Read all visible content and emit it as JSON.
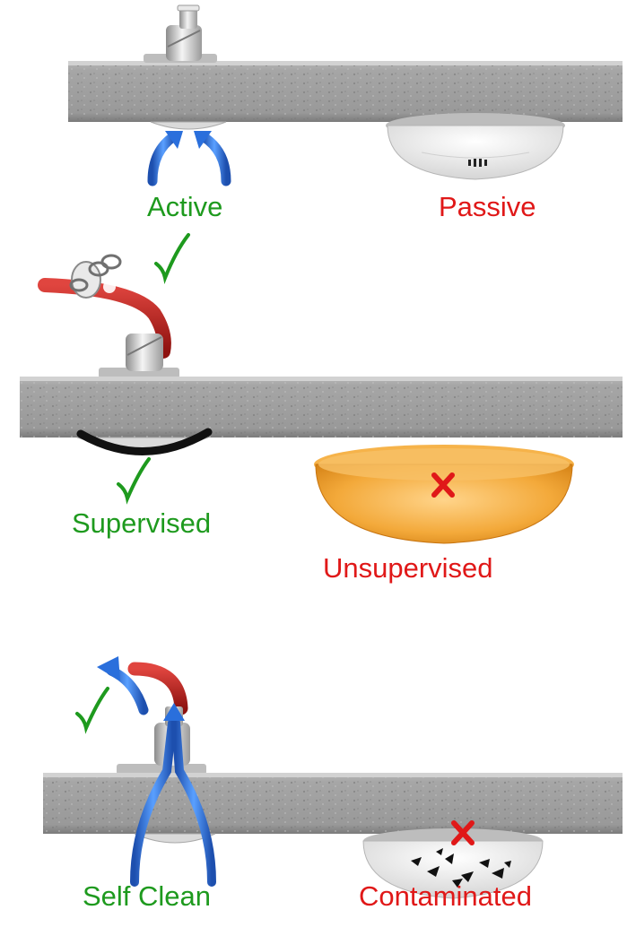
{
  "colors": {
    "good": "#1e9a1e",
    "bad": "#e01818",
    "air_arrow": "#2a6fdc",
    "pipe": "#c0201c",
    "slab": "#9a9a9a",
    "detector": "#f2f2f2",
    "cover": "#f0a020"
  },
  "labels": {
    "active": "Active",
    "passive": "Passive",
    "supervised": "Supervised",
    "unsupervised": "Unsupervised",
    "self_clean": "Self Clean",
    "contaminated": "Contaminated"
  },
  "icons": [
    "checkmark-icon",
    "cross-icon",
    "broken-chain-icon",
    "air-flow-arrow-icon",
    "smoke-detector-icon",
    "sampling-point-icon",
    "dust-cover-icon"
  ]
}
